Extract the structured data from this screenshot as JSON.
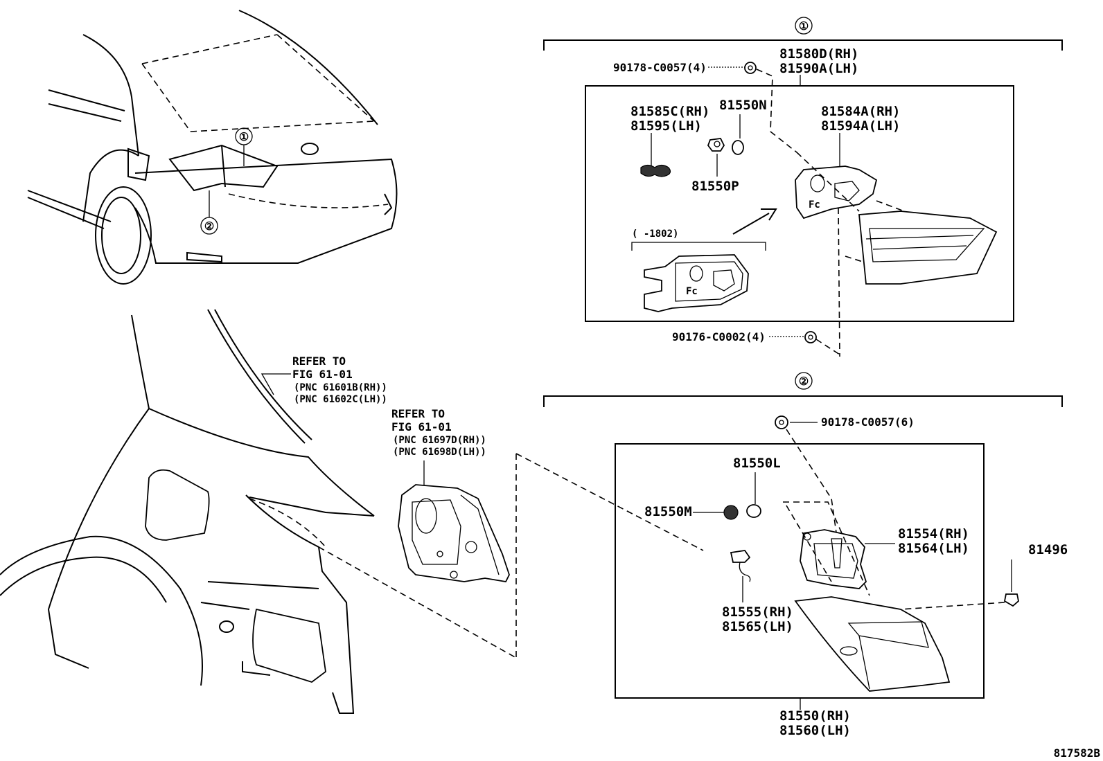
{
  "callouts": {
    "one": "①",
    "two": "②"
  },
  "group1": {
    "lens": [
      "81580D(RH)",
      "81590A(LH)"
    ],
    "screw_top": "90178-C0057(4)",
    "socket_wire": [
      "81585C(RH)",
      "81595(LH)"
    ],
    "bulb_n": "81550N",
    "socket_p": "81550P",
    "gasket": [
      "81584A(RH)",
      "81594A(LH)"
    ],
    "variant": "(  -1802)",
    "nut_bottom": "90176-C0002(4)"
  },
  "group2": {
    "screw": "90178-C0057(6)",
    "bulb_l": "81550L",
    "socket_m": "81550M",
    "gasket": [
      "81554(RH)",
      "81564(LH)"
    ],
    "clip": "81496",
    "wire": [
      "81555(RH)",
      "81565(LH)"
    ],
    "lamp": [
      "81550(RH)",
      "81560(LH)"
    ]
  },
  "refer1": [
    "REFER TO",
    "FIG 61-01",
    "(PNC 61601B(RH))",
    "(PNC 61602C(LH))"
  ],
  "refer2": [
    "REFER TO",
    "FIG 61-01",
    "(PNC 61697D(RH))",
    "(PNC 61698D(LH))"
  ],
  "figure_id": "817582B"
}
